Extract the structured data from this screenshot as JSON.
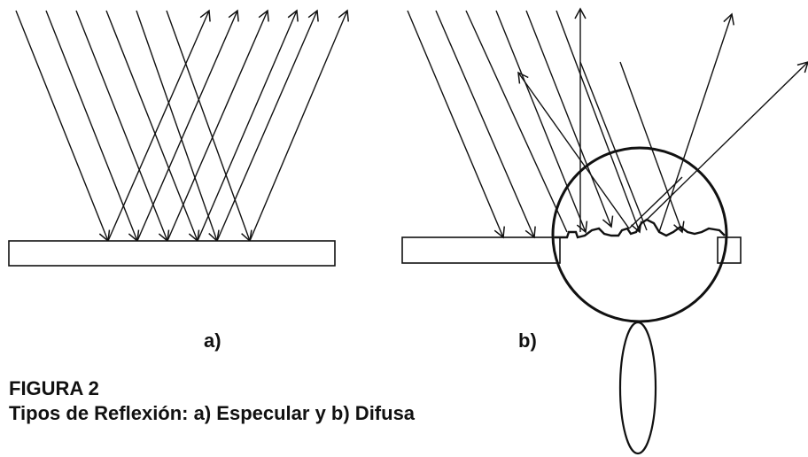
{
  "figure": {
    "label_a": "a)",
    "label_b": "b)",
    "number": "FIGURA 2",
    "caption": "Tipos de Reflexión: a) Especular y b) Difusa"
  }
}
